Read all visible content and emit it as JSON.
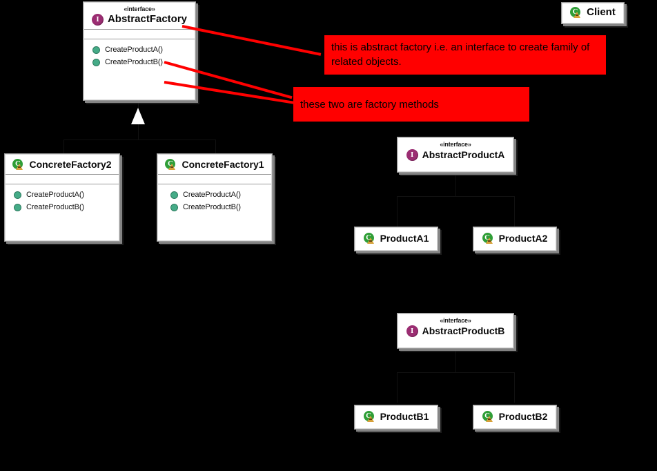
{
  "diagram": {
    "title": "Abstract Factory UML class diagram",
    "background_color": "#000000",
    "annotation_color": "#ff0000",
    "interface_icon_color": "#9b2d72",
    "class_icon_color": "#2f9e37",
    "operation_icon_color": "#45ab87"
  },
  "stereotype_label": "«interface»",
  "classes": {
    "abstract_factory": {
      "stereotype": "«interface»",
      "name": "AbstractFactory",
      "icon": "interface-icon",
      "operations": [
        {
          "label": "CreateProductA()",
          "icon": "public-operation-icon"
        },
        {
          "label": "CreateProductB()",
          "icon": "public-operation-icon"
        }
      ]
    },
    "concrete_factory_2": {
      "name": "ConcreteFactory2",
      "icon": "class-icon",
      "operations": [
        {
          "label": "CreateProductA()",
          "icon": "public-operation-icon"
        },
        {
          "label": "CreateProductB()",
          "icon": "public-operation-icon"
        }
      ]
    },
    "concrete_factory_1": {
      "name": "ConcreteFactory1",
      "icon": "class-icon",
      "operations": [
        {
          "label": "CreateProductA()",
          "icon": "public-operation-icon"
        },
        {
          "label": "CreateProductB()",
          "icon": "public-operation-icon"
        }
      ]
    },
    "client": {
      "name": "Client",
      "icon": "class-icon"
    },
    "abstract_product_a": {
      "stereotype": "«interface»",
      "name": "AbstractProductA",
      "icon": "interface-icon"
    },
    "product_a1": {
      "name": "ProductA1",
      "icon": "class-icon"
    },
    "product_a2": {
      "name": "ProductA2",
      "icon": "class-icon"
    },
    "abstract_product_b": {
      "stereotype": "«interface»",
      "name": "AbstractProductB",
      "icon": "interface-icon"
    },
    "product_b1": {
      "name": "ProductB1",
      "icon": "class-icon"
    },
    "product_b2": {
      "name": "ProductB2",
      "icon": "class-icon"
    }
  },
  "annotations": [
    {
      "id": "annotation-abstract-factory",
      "text": "this is abstract factory i.e. an interface to create family of related objects."
    },
    {
      "id": "annotation-factory-methods",
      "text": "these two are factory methods"
    }
  ]
}
